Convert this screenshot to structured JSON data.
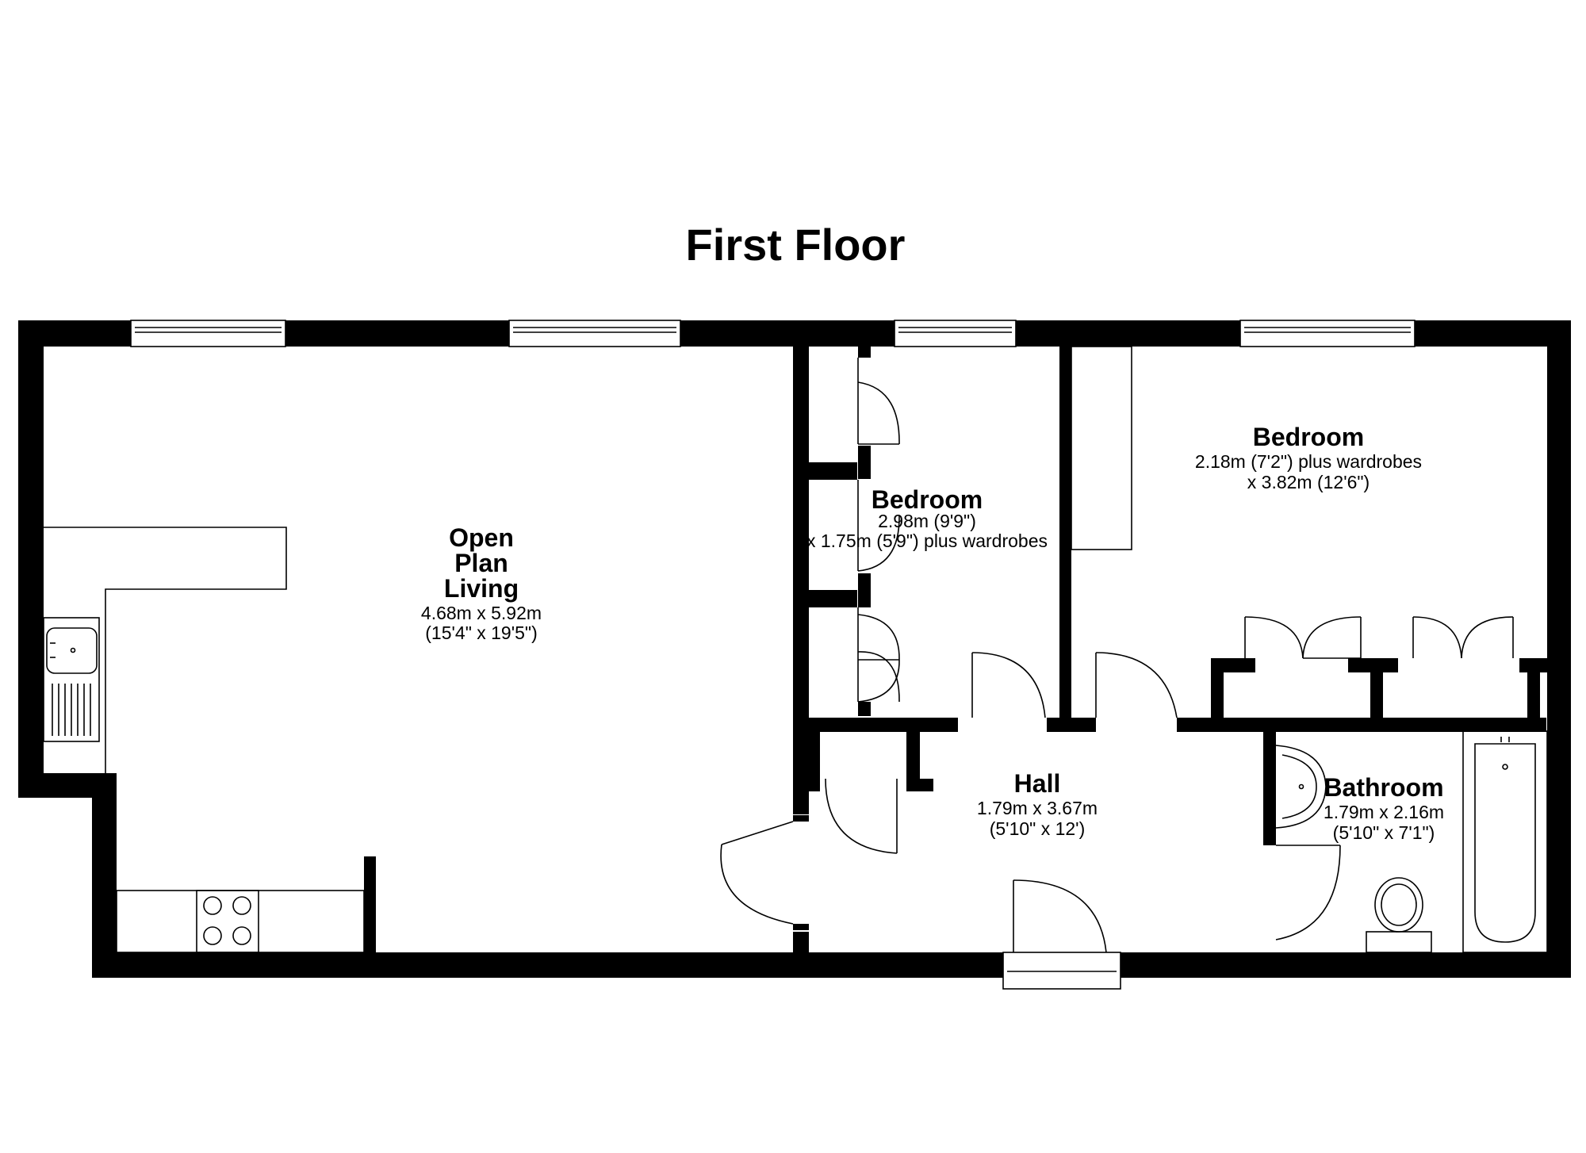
{
  "title": "First Floor",
  "colors": {
    "wall": "#000000",
    "background": "#ffffff",
    "fixture": "#000000"
  },
  "rooms": {
    "living": {
      "name_line1": "Open",
      "name_line2": "Plan",
      "name_line3": "Living",
      "dim_metric": "4.68m x 5.92m",
      "dim_imperial": "(15'4\" x 19'5\")"
    },
    "bedroom_small": {
      "name": "Bedroom",
      "dim_line1": "2.98m (9'9\")",
      "dim_line2": "x 1.75m (5'9\") plus wardrobes"
    },
    "bedroom_large": {
      "name": "Bedroom",
      "dim_line1": "2.18m (7'2\") plus wardrobes",
      "dim_line2": "x 3.82m (12'6\")"
    },
    "hall": {
      "name": "Hall",
      "dim_metric": "1.79m x 3.67m",
      "dim_imperial": "(5'10\" x 12')"
    },
    "bathroom": {
      "name": "Bathroom",
      "dim_metric": "1.79m x 2.16m",
      "dim_imperial": "(5'10\" x 7'1\")"
    }
  },
  "fixtures": [
    "sink-icon",
    "hob-icon",
    "bath-icon",
    "toilet-icon",
    "basin-icon",
    "wardrobe-icon",
    "door-swing-icon",
    "window-icon"
  ]
}
